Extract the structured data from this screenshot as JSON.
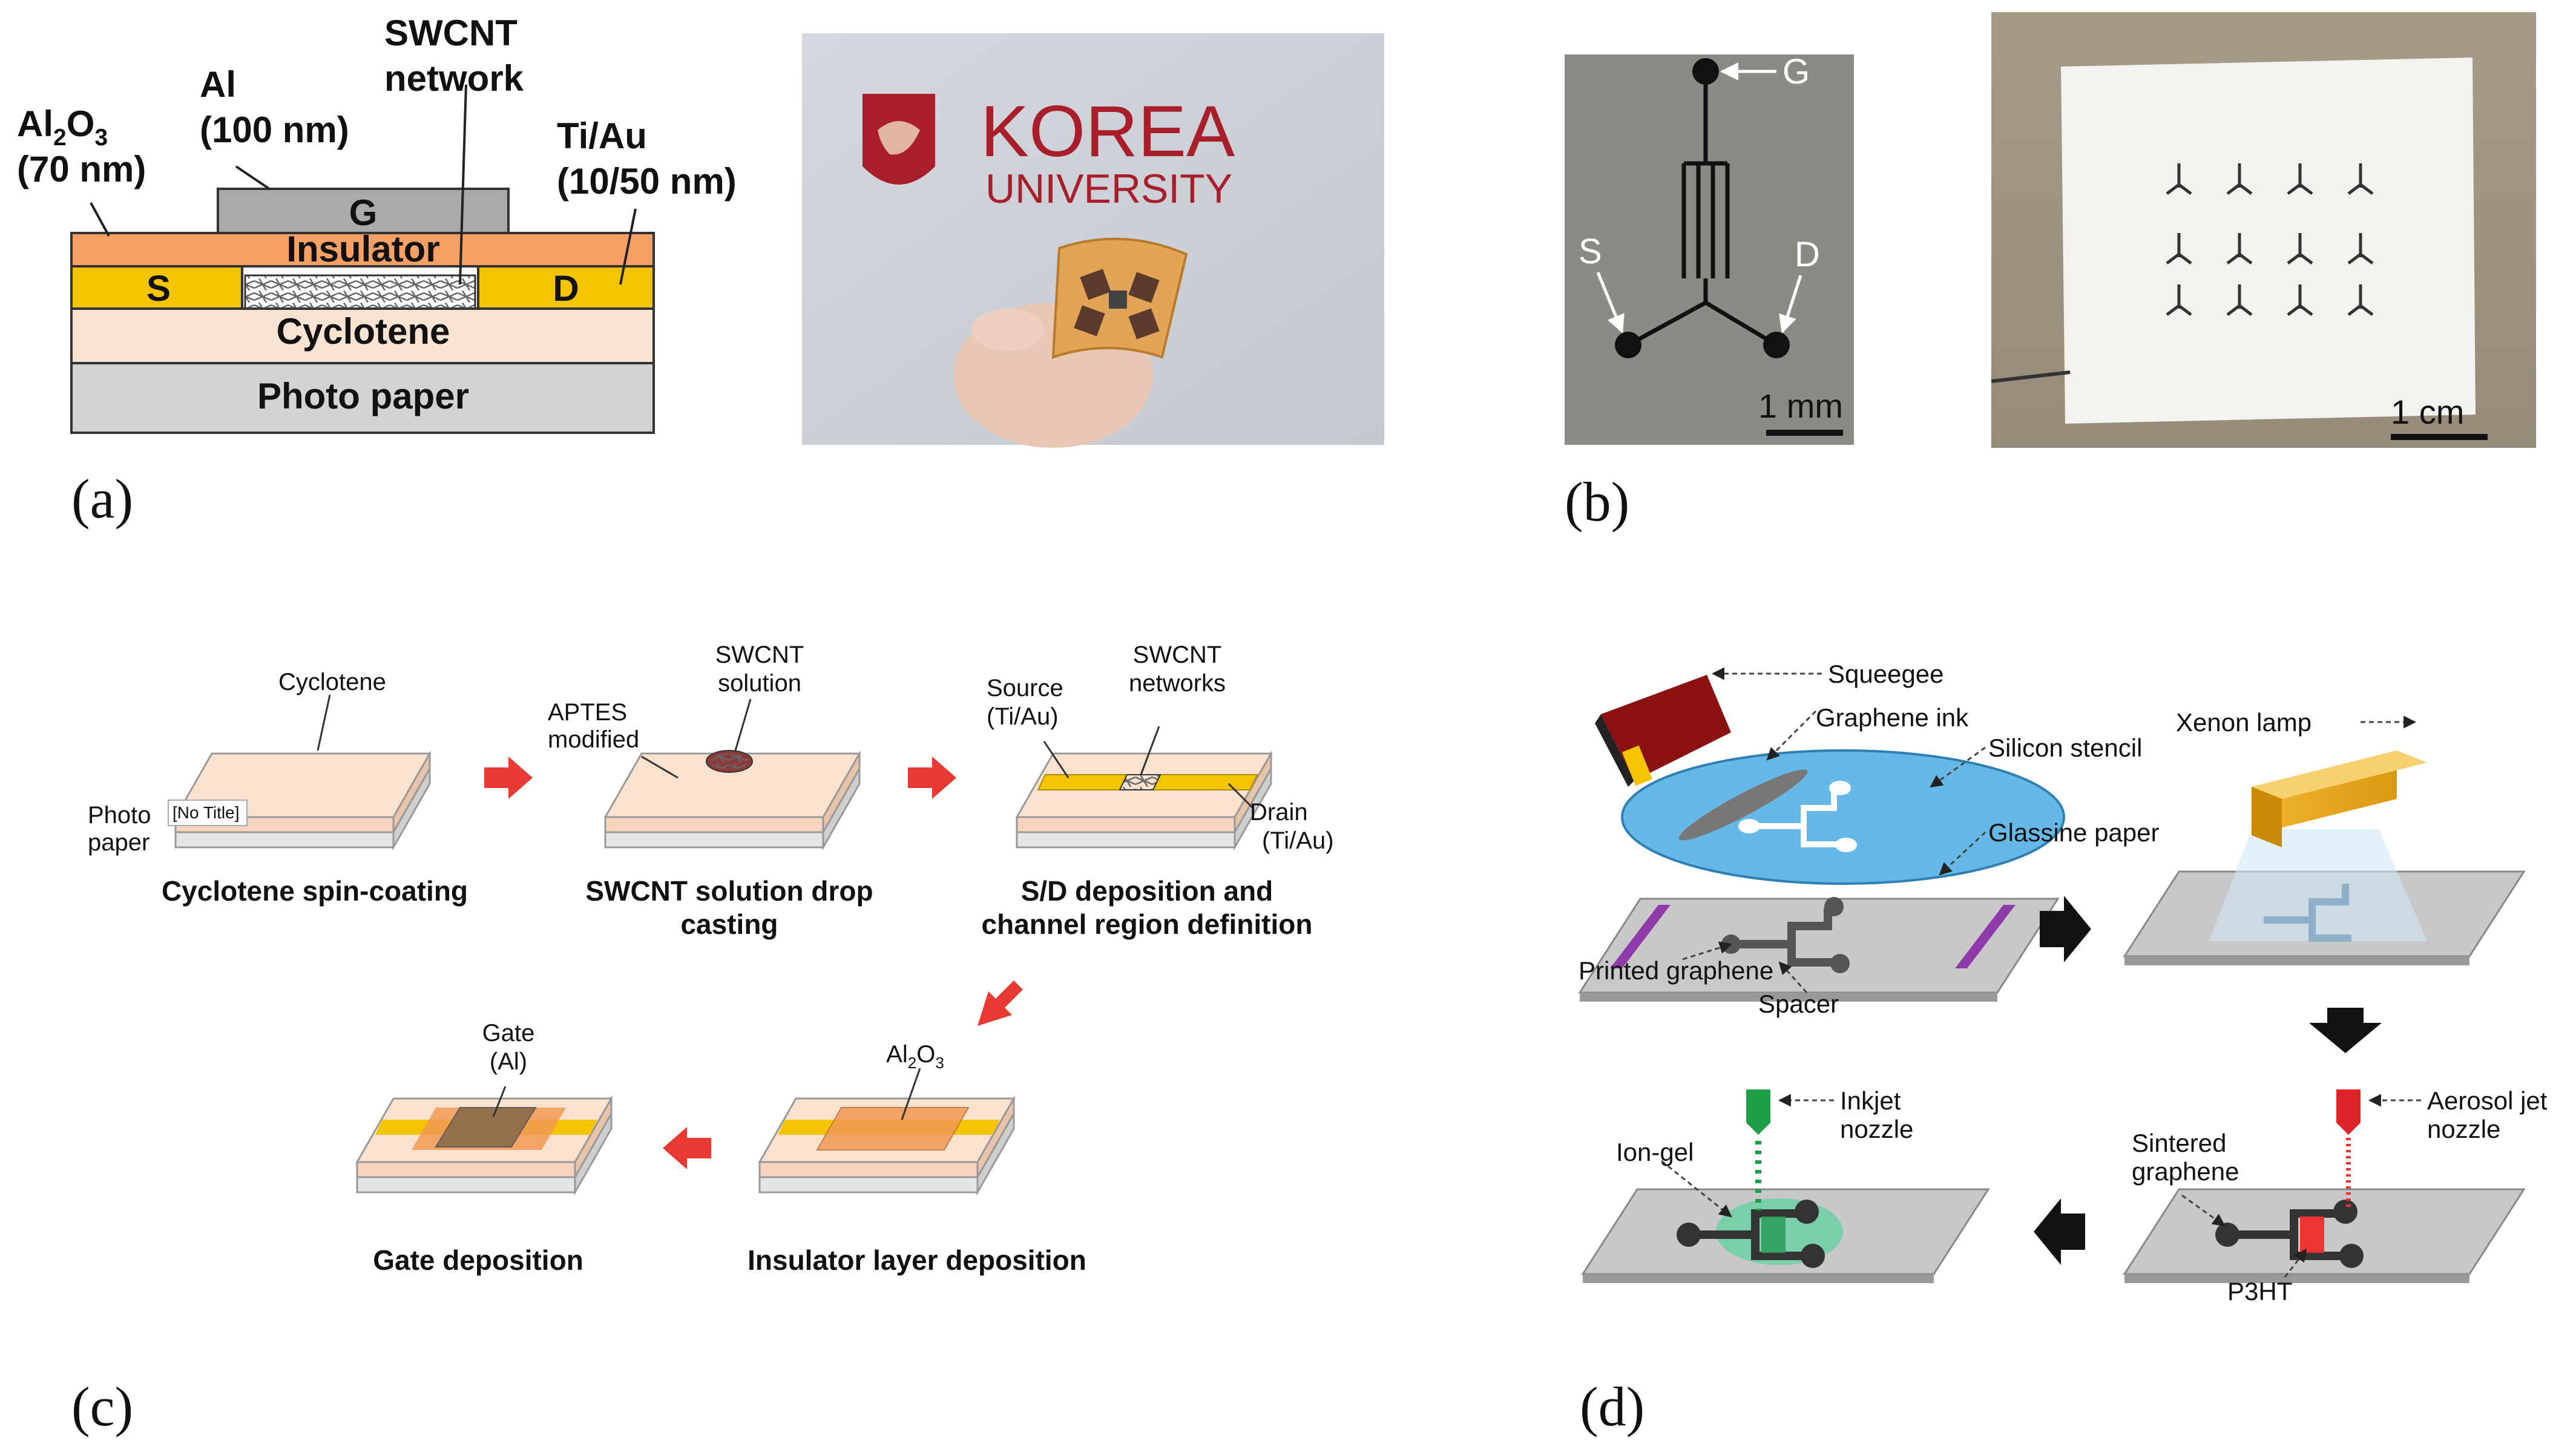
{
  "panel_a": {
    "label": "(a)",
    "al2o3": "Al2O3",
    "al2o3_thk": "(70 nm)",
    "al": "Al",
    "al_thk": "(100 nm)",
    "swcnt_1": "SWCNT",
    "swcnt_2": "network",
    "tiau": "Ti/Au",
    "tiau_thk": "(10/50 nm)",
    "gate": "G",
    "insulator": "Insulator",
    "source": "S",
    "drain": "D",
    "cyclotene": "Cyclotene",
    "paper": "Photo paper",
    "logo_line1": "KOREA",
    "logo_line2": "UNIVERSITY"
  },
  "panel_b": {
    "label": "(b)",
    "g": "G",
    "s": "S",
    "d": "D",
    "scale1": "1 mm",
    "scale2": "1 cm"
  },
  "panel_c": {
    "label": "(c)",
    "step1": {
      "cyclotene": "Cyclotene",
      "photo": "Photo",
      "paper": "paper",
      "notitle": "[No Title]",
      "caption": "Cyclotene spin-coating"
    },
    "step2": {
      "swcnt": "SWCNT",
      "solution": "solution",
      "aptes": "APTES",
      "modified": "modified",
      "caption1": "SWCNT solution drop",
      "caption2": "casting"
    },
    "step3": {
      "source": "Source",
      "source_mat": "(Ti/Au)",
      "swcnt": "SWCNT",
      "networks": "networks",
      "drain": "Drain",
      "drain_mat": "(Ti/Au)",
      "caption1": "S/D deposition and",
      "caption2": "channel region definition"
    },
    "step4": {
      "al2o3": "Al2O3",
      "caption": "Insulator layer deposition"
    },
    "step5": {
      "gate": "Gate",
      "gate_mat": "(Al)",
      "caption": "Gate deposition"
    }
  },
  "panel_d": {
    "label": "(d)",
    "squeegee": "Squeegee",
    "graphene_ink": "Graphene ink",
    "silicon_stencil": "Silicon stencil",
    "glassine": "Glassine paper",
    "printed": "Printed graphene",
    "spacer": "Spacer",
    "xenon": "Xenon lamp",
    "inkjet1": "Inkjet",
    "inkjet2": "nozzle",
    "iongel": "Ion-gel",
    "aerosol1": "Aerosol jet",
    "aerosol2": "nozzle",
    "sintered1": "Sintered",
    "sintered2": "graphene",
    "p3ht": "P3HT"
  }
}
